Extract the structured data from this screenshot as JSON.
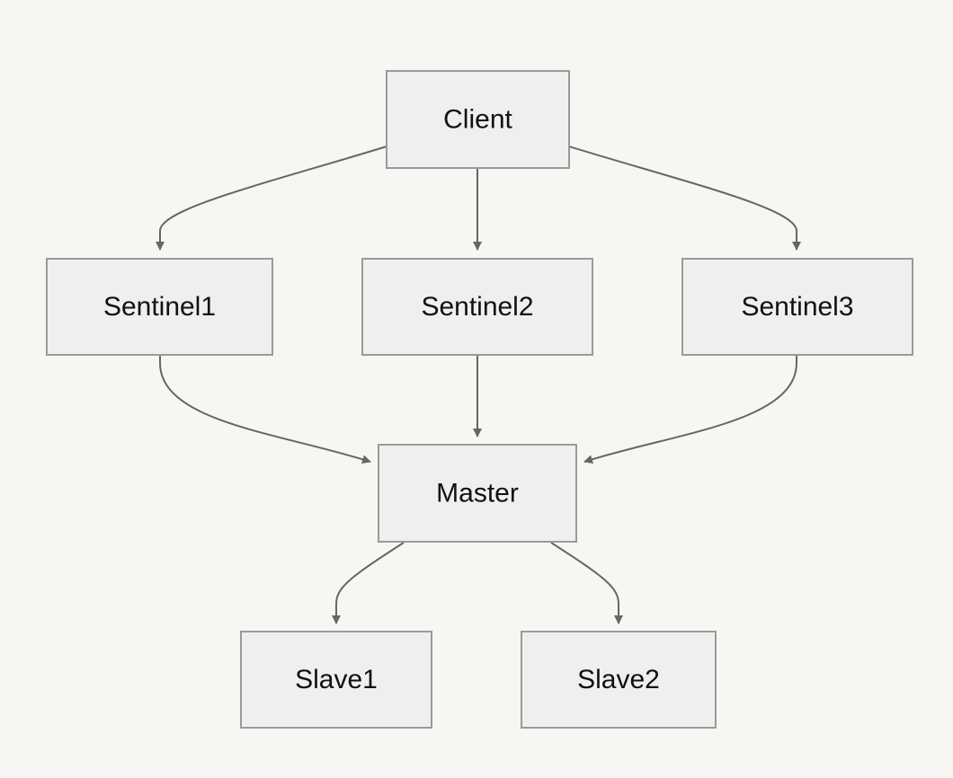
{
  "diagram": {
    "nodes": [
      {
        "id": "client",
        "label": "Client"
      },
      {
        "id": "sentinel1",
        "label": "Sentinel1"
      },
      {
        "id": "sentinel2",
        "label": "Sentinel2"
      },
      {
        "id": "sentinel3",
        "label": "Sentinel3"
      },
      {
        "id": "master",
        "label": "Master"
      },
      {
        "id": "slave1",
        "label": "Slave1"
      },
      {
        "id": "slave2",
        "label": "Slave2"
      }
    ],
    "edges": [
      {
        "from": "client",
        "to": "sentinel1"
      },
      {
        "from": "client",
        "to": "sentinel2"
      },
      {
        "from": "client",
        "to": "sentinel3"
      },
      {
        "from": "sentinel1",
        "to": "master"
      },
      {
        "from": "sentinel2",
        "to": "master"
      },
      {
        "from": "sentinel3",
        "to": "master"
      },
      {
        "from": "master",
        "to": "slave1"
      },
      {
        "from": "master",
        "to": "slave2"
      }
    ],
    "colors": {
      "background": "#f7f6f3",
      "node_fill": "#efeff0",
      "node_border": "#9a9a9a",
      "edge": "#666666",
      "text": "#111111"
    }
  }
}
